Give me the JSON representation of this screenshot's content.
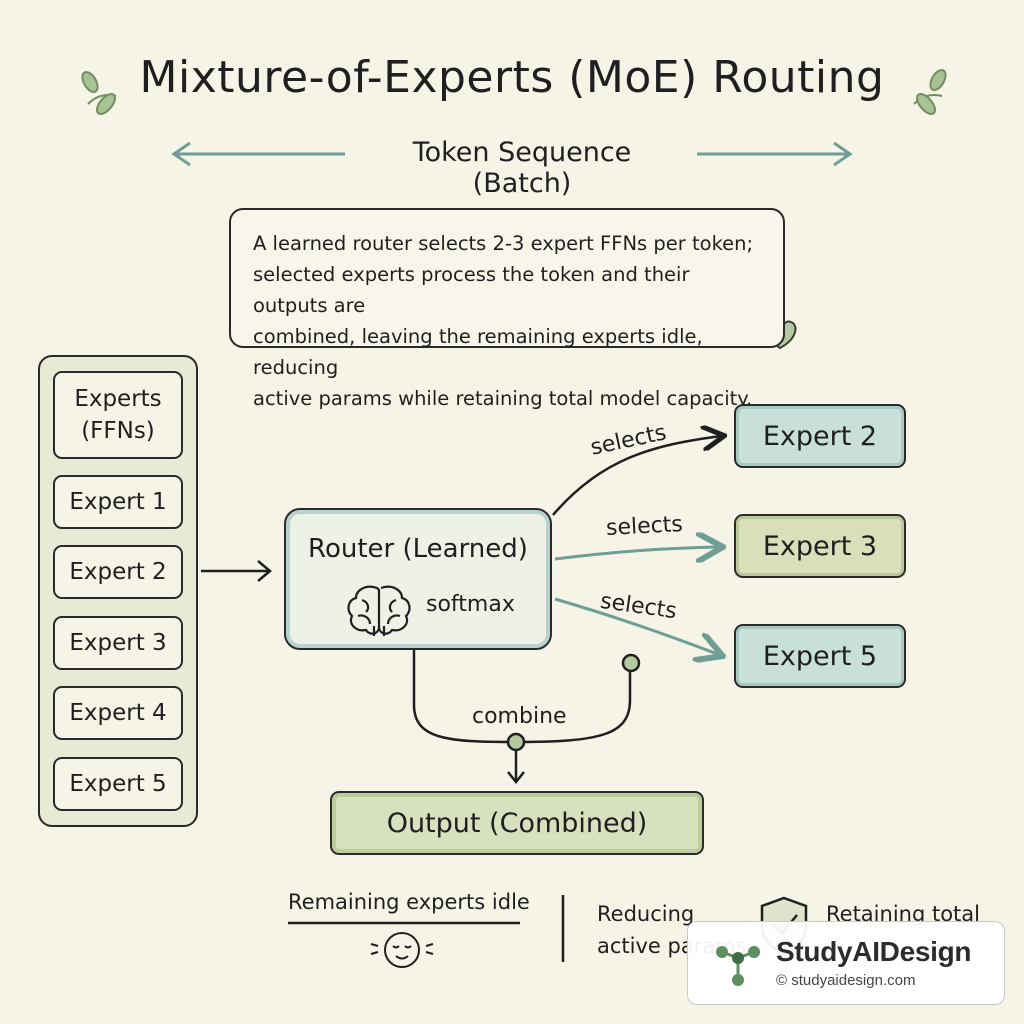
{
  "title": "Mixture-of-Experts (MoE) Routing",
  "subtitle": "Token Sequence (Batch)",
  "description": {
    "line1": "A learned router selects 2-3 expert FFNs per token;",
    "line2": "selected experts process the token and their outputs are",
    "line3": "combined, leaving the remaining experts idle, reducing",
    "line4": "active params while retaining total model capacity."
  },
  "experts_panel": {
    "header_line1": "Experts",
    "header_line2": "(FFNs)",
    "items": [
      "Expert 1",
      "Expert 2",
      "Expert 3",
      "Expert 4",
      "Expert 5"
    ]
  },
  "router": {
    "label": "Router (Learned)",
    "sublabel": "softmax"
  },
  "selected": [
    {
      "label": "Expert 2",
      "edge": "selects"
    },
    {
      "label": "Expert 3",
      "edge": "selects"
    },
    {
      "label": "Expert 5",
      "edge": "selects"
    }
  ],
  "combine_label": "combine",
  "output": "Output (Combined)",
  "footer": {
    "idle": "Remaining experts idle",
    "reducing_line1": "Reducing",
    "reducing_line2": "active params",
    "retaining": "Retaining total"
  },
  "watermark": {
    "name": "StudyAIDesign",
    "url": "© studyaidesign.com"
  },
  "colors": {
    "background": "#f6f3e7",
    "blue": "#c9dfda",
    "green": "#d9dfb9",
    "leaf": "#8fae7e",
    "accent_arrow": "#6f9e97"
  }
}
